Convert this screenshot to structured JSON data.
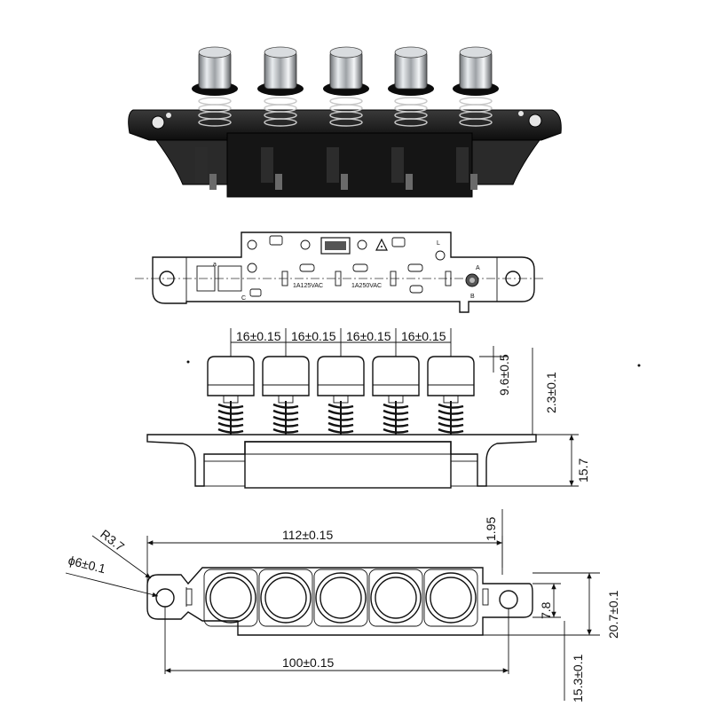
{
  "photo": {
    "button_count": 5,
    "colors": {
      "housing": "#1b1b1b",
      "cap": "#b9bcc0",
      "spring": "#c8c8c8"
    }
  },
  "pcb_view": {
    "marks": [
      "A",
      "B",
      "C",
      "L"
    ],
    "ratings": [
      "1A125VAC",
      "1A250VAC"
    ]
  },
  "side_view": {
    "pitch_labels": [
      "16±0.15",
      "16±0.15",
      "16±0.15",
      "16±0.15"
    ],
    "cap_dim": "9.6±0.5",
    "stroke_dim": "2.3±0.1",
    "height_dim": "15.7"
  },
  "bottom_view": {
    "radius_label": "R3.7",
    "hole_label": "ϕ6±0.1",
    "mount_pitch": "112±0.15",
    "body_length": "100±0.15",
    "top_offset": "1.95",
    "hole_center": "7.8",
    "body_width": "20.7±0.1",
    "bottom_offset": "15.3±0.1"
  }
}
